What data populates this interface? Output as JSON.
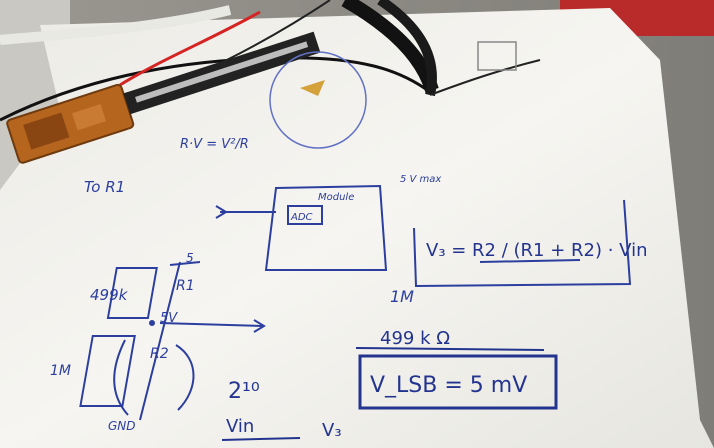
{
  "notes": {
    "title_scribble": "To R1",
    "power_formula": "R·V = V²/R",
    "module_label": "Module",
    "module_inner": "ADC",
    "header_scribble": "5 V max",
    "divider_formula": "V₃ = R2 / (R1 + R2) · Vin",
    "r1_value": "499k",
    "r1_label": "R1",
    "node_voltage": "5V",
    "r2_label": "R2",
    "r2_value": "1M",
    "ground_label": "GND",
    "top_node": "5",
    "resolution_label": "1M",
    "r_value_box": "499 k Ω",
    "lsb_formula": "V_LSB = 5 mV",
    "bits_formula": "2¹⁰",
    "vin_label": "Vin",
    "v3_label": "V₃"
  },
  "colors": {
    "ink": "#2c3f9e",
    "paper": "#f4f3ee",
    "table": "#8e8c86",
    "red_wire": "#d42424",
    "black_wire": "#111111",
    "pcb": "#b5651d"
  }
}
